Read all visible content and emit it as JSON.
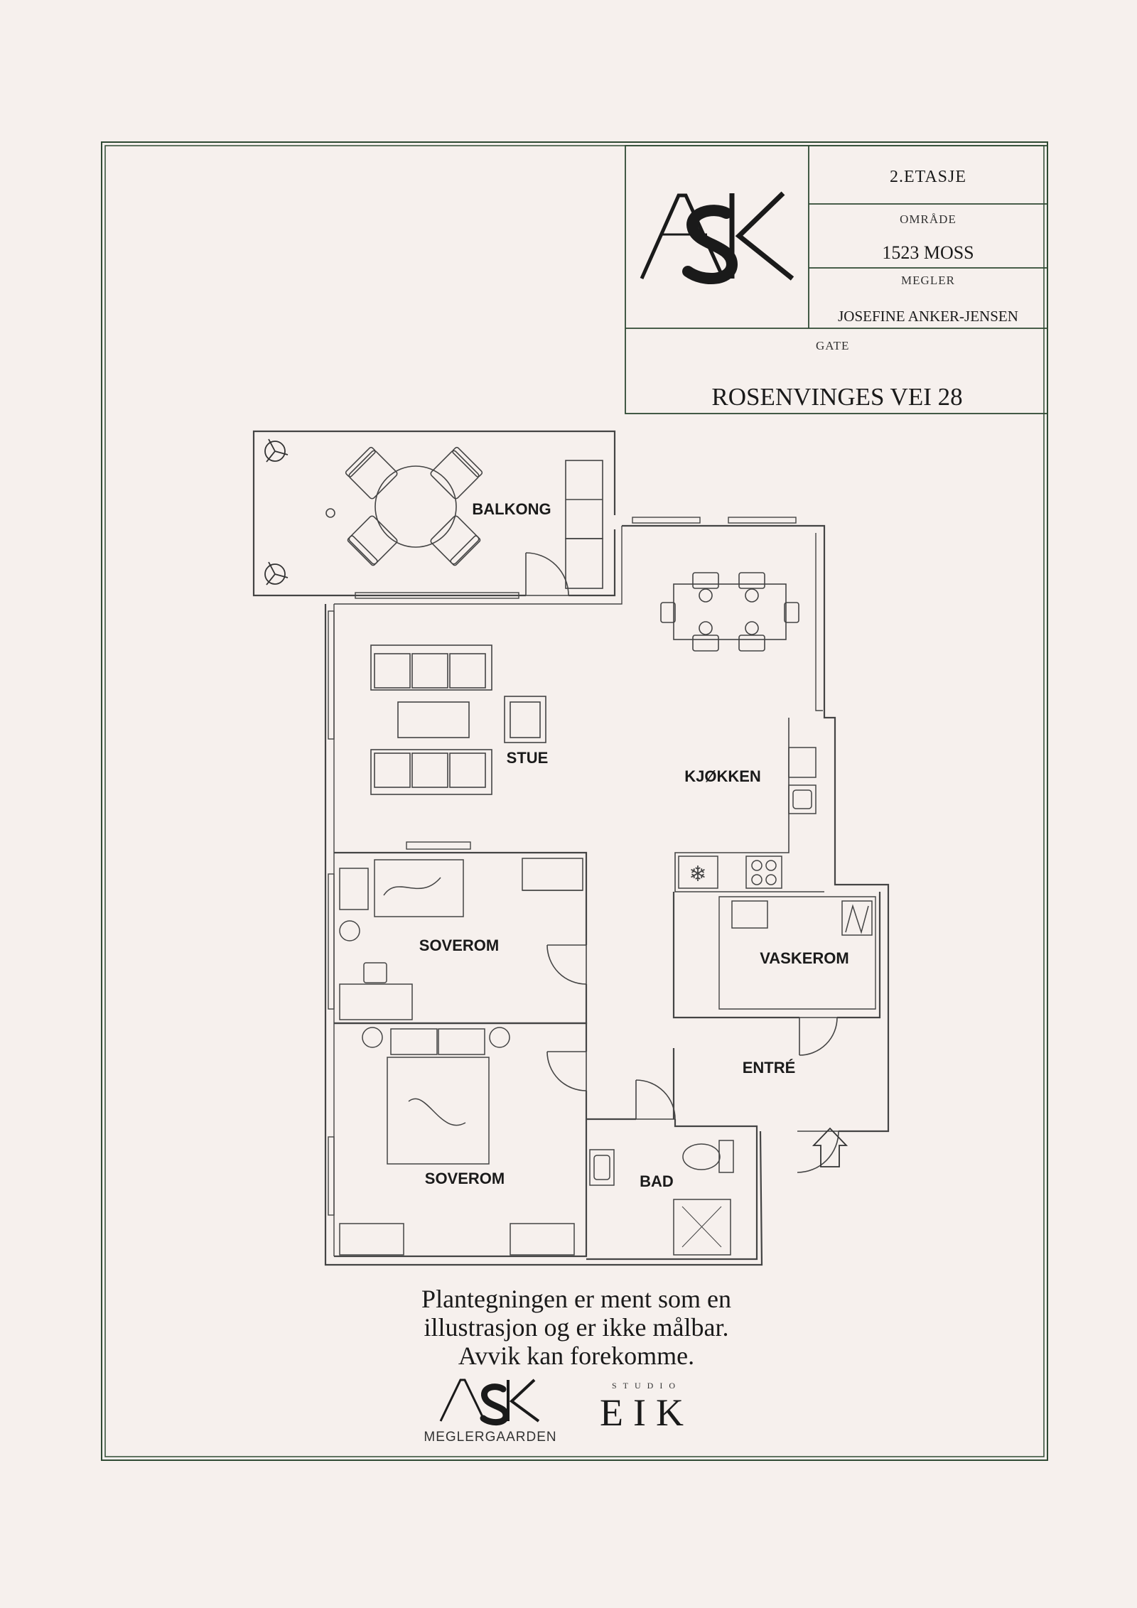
{
  "colors": {
    "background": "#f6f0ed",
    "frame": "#2f4a33",
    "ink": "#1a1a1a",
    "wall": "#444444"
  },
  "header": {
    "floor": "2.ETASJE",
    "area_label": "OMRÅDE",
    "area_value": "1523 MOSS",
    "broker_label": "MEGLER",
    "broker_value": "JOSEFINE ANKER-JENSEN",
    "street_label": "GATE",
    "street_value": "ROSENVINGES VEI 28",
    "logo": "ASK"
  },
  "rooms": {
    "balcony": "BALKONG",
    "living": "STUE",
    "kitchen": "KJØKKEN",
    "bedroom_1": "SOVEROM",
    "bedroom_2": "SOVEROM",
    "laundry": "VASKEROM",
    "entrance": "ENTRÉ",
    "bathroom": "BAD"
  },
  "disclaimer": {
    "line1": "Plantegningen er ment som en",
    "line2": "illustrasjon og er ikke målbar.",
    "line3": "Avvik kan forekomme."
  },
  "footer_logos": {
    "ask_logo": "ASK",
    "ask_sub": "MEGLERGAARDEN",
    "eik_top": "STUDIO",
    "eik_main": "EIK"
  },
  "icons": {
    "fan": "fan-icon",
    "entrance_arrow": "entrance-arrow-icon",
    "snowflake": "snowflake-icon"
  }
}
